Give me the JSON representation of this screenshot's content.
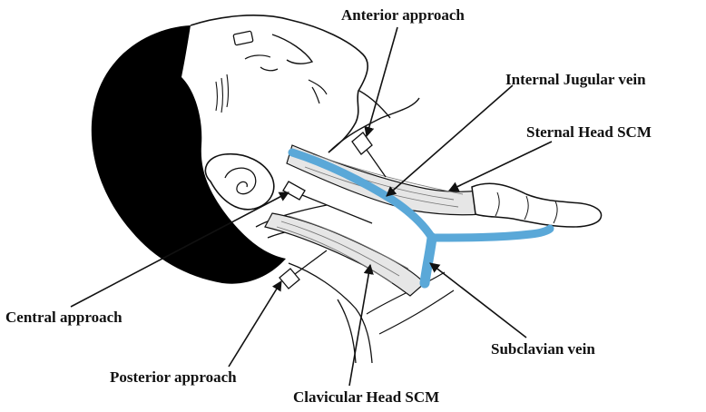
{
  "labels": {
    "anterior_approach": "Anterior approach",
    "internal_jugular_vein": "Internal Jugular vein",
    "sternal_head_scm": "Sternal Head SCM",
    "central_approach": "Central approach",
    "subclavian_vein": "Subclavian vein",
    "posterior_approach": "Posterior approach",
    "clavicular_head_scm": "Clavicular Head SCM"
  },
  "colors": {
    "vein": "#5aa8d8",
    "ink": "#111111",
    "hair": "#000000",
    "muscle_shade": "#e6e6e6"
  },
  "icons": {
    "head": "patient-head",
    "needle": "needle-icon"
  }
}
